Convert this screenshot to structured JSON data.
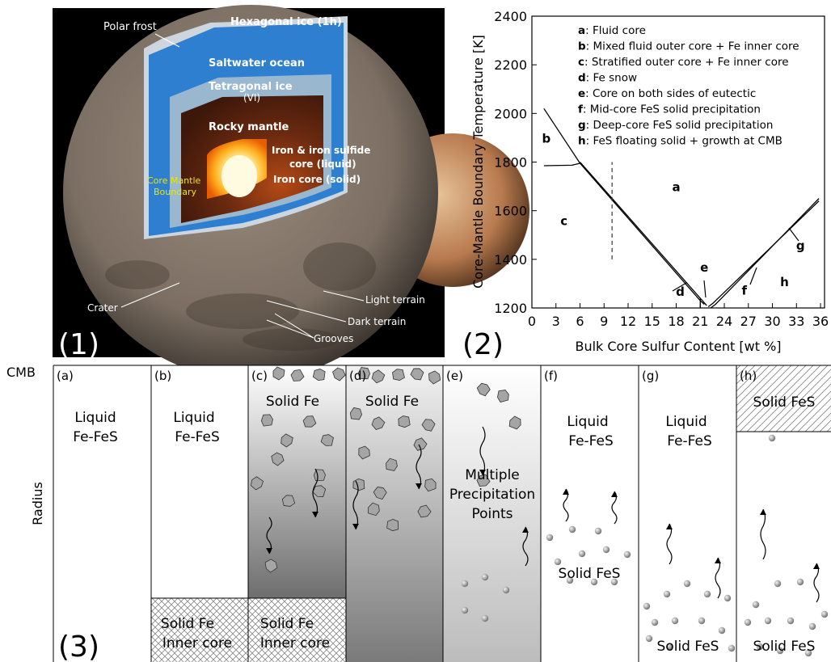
{
  "panel1": {
    "label": "(1)",
    "layers": {
      "polar_frost": "Polar frost",
      "hexagonal_ice": "Hexagonal ice (1h)",
      "saltwater_ocean": "Saltwater ocean",
      "tetragonal_ice": "Tetragonal ice",
      "tetragonal_ice_sub": "(VI)",
      "rocky_mantle": "Rocky mantle",
      "liquid_core_1": "Iron & iron sulfide",
      "liquid_core_2": "core (liquid)",
      "cmb_1": "Core Mantle",
      "cmb_2": "Boundary",
      "iron_core": "Iron core (solid)"
    },
    "surface": {
      "crater": "Crater",
      "light_terrain": "Light terrain",
      "dark_terrain": "Dark terrain",
      "grooves": "Grooves"
    },
    "colors": {
      "ocean": "#2f7fd0",
      "ice": "#c9d3dc",
      "mantle": "#5a2410",
      "core": "#ff9a1a",
      "cmb_text": "#e8e800"
    }
  },
  "panel2": {
    "label": "(2)",
    "chart_data": {
      "type": "line",
      "xlabel": "Bulk Core Sulfur Content [wt %]",
      "ylabel": "Core-Mantle Boundary Temperature [K]",
      "xlim": [
        0,
        36.5
      ],
      "ylim": [
        1200,
        2400
      ],
      "xticks": [
        "0",
        "3",
        "6",
        "9",
        "12",
        "15",
        "18",
        "21",
        "24",
        "27",
        "30",
        "33",
        "36"
      ],
      "yticks": [
        "1200",
        "1400",
        "1600",
        "1800",
        "2000",
        "2200",
        "2400"
      ],
      "legend": [
        {
          "key": "a",
          "text": ": Fluid core"
        },
        {
          "key": "b",
          "text": ": Mixed fluid outer core + Fe inner core"
        },
        {
          "key": "c",
          "text": ": Stratified outer core + Fe inner core"
        },
        {
          "key": "d",
          "text": ": Fe snow"
        },
        {
          "key": "e",
          "text": ": Core on both sides of eutectic"
        },
        {
          "key": "f",
          "text": ": Mid-core FeS solid precipitation"
        },
        {
          "key": "g",
          "text": ": Deep-core FeS solid precipitation"
        },
        {
          "key": "h",
          "text": ": FeS floating solid + growth at CMB"
        }
      ],
      "series": [
        {
          "values": [
            [
              1.5,
              2020
            ],
            [
              6,
              1795
            ],
            [
              21,
              1230
            ],
            [
              21.5,
              1215
            ]
          ]
        },
        {
          "values": [
            [
              6,
              1800
            ],
            [
              21.8,
              1210
            ]
          ]
        },
        {
          "values": [
            [
              1.5,
              1785
            ],
            [
              5,
              1787
            ],
            [
              6,
              1795
            ]
          ]
        },
        {
          "values": [
            [
              21,
              1200
            ],
            [
              21,
              1240
            ]
          ]
        },
        {
          "values": [
            [
              22,
              1205
            ],
            [
              22.6,
              1220
            ],
            [
              35.8,
              1640
            ]
          ]
        },
        {
          "values": [
            [
              22.3,
              1200
            ],
            [
              22.9,
              1215
            ],
            [
              35.8,
              1650
            ]
          ]
        },
        {
          "values": [
            [
              10,
              1400
            ],
            [
              10,
              1800
            ]
          ],
          "style": "dashed"
        }
      ],
      "region_labels": [
        {
          "text": "a",
          "x": 18,
          "y": 1680
        },
        {
          "text": "b",
          "x": 1.8,
          "y": 1880
        },
        {
          "text": "c",
          "x": 4,
          "y": 1540
        },
        {
          "text": "d",
          "x": 18.5,
          "y": 1250
        },
        {
          "text": "e",
          "x": 21.5,
          "y": 1350
        },
        {
          "text": "f",
          "x": 26.5,
          "y": 1255
        },
        {
          "text": "g",
          "x": 33.5,
          "y": 1440
        },
        {
          "text": "h",
          "x": 31.5,
          "y": 1290
        }
      ]
    }
  },
  "panel3": {
    "label": "(3)",
    "cmb_label": "CMB",
    "radius_label": "Radius",
    "columns": [
      {
        "id": "(a)",
        "lines": [
          "Liquid",
          "Fe-FeS"
        ]
      },
      {
        "id": "(b)",
        "lines": [
          "Liquid",
          "Fe-FeS"
        ],
        "inner": [
          "Solid Fe",
          "Inner core"
        ]
      },
      {
        "id": "(c)",
        "lines": [
          "Solid Fe"
        ],
        "inner": [
          "Solid Fe",
          "Inner core"
        ]
      },
      {
        "id": "(d)",
        "lines": [
          "Solid Fe"
        ]
      },
      {
        "id": "(e)",
        "lines": [
          "Multiple",
          "Precipitation",
          "Points"
        ]
      },
      {
        "id": "(f)",
        "lines": [
          "Liquid",
          "Fe-FeS"
        ],
        "solid": [
          "Solid FeS"
        ]
      },
      {
        "id": "(g)",
        "lines": [
          "Liquid",
          "Fe-FeS"
        ],
        "solid": [
          "Solid FeS"
        ]
      },
      {
        "id": "(h)",
        "top": [
          "Solid FeS"
        ],
        "solid": [
          "Solid FeS"
        ]
      }
    ]
  }
}
